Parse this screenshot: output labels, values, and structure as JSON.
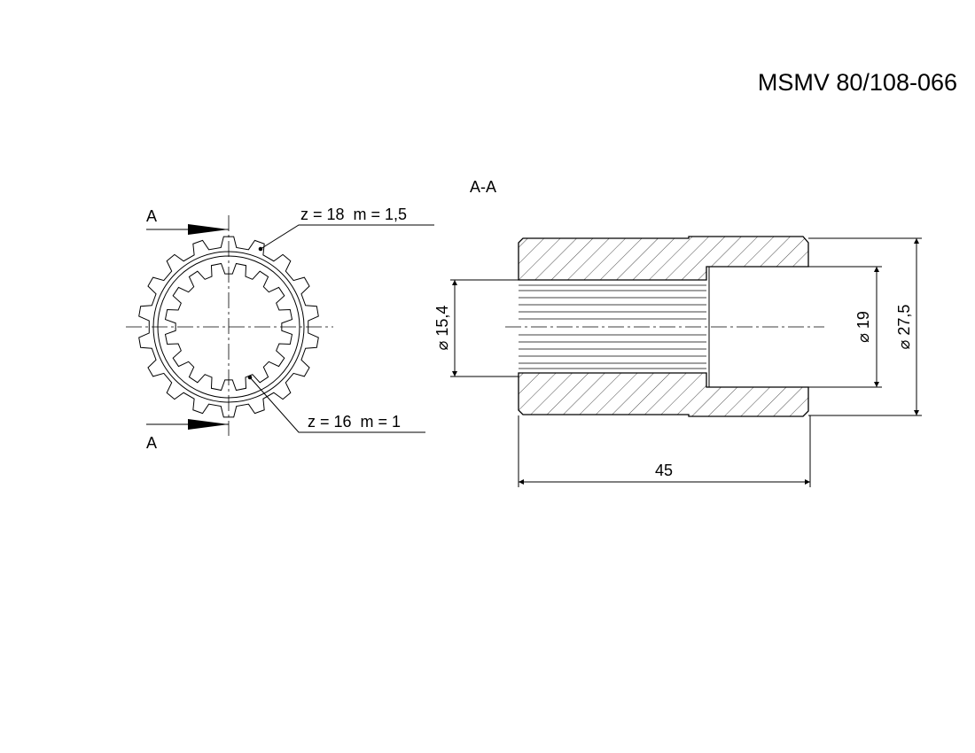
{
  "drawing": {
    "part_number": "MSMV 80/108-066",
    "section_label": "A-A",
    "cut_label_top": "A",
    "cut_label_bottom": "A",
    "outer_spline_note": "z = 18  m = 1,5",
    "inner_spline_note": "z = 16  m = 1",
    "dim_bore_spline": "⌀ 15,4",
    "dim_bore_plain": "⌀ 19",
    "dim_outer": "⌀ 27,5",
    "dim_length": "45",
    "outer_teeth": 18,
    "inner_teeth": 16
  }
}
